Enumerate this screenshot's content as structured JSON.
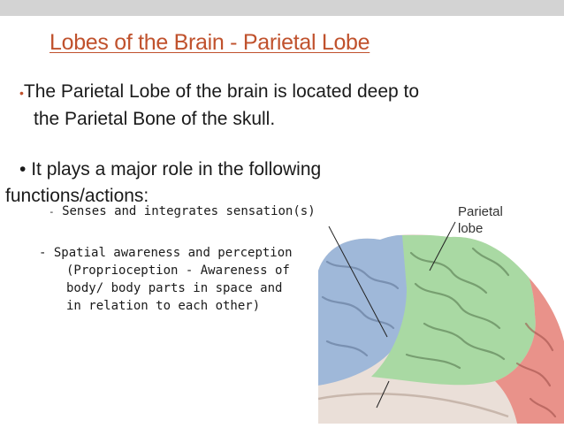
{
  "slide": {
    "title": "Lobes of the Brain - Parietal Lobe",
    "bullets": [
      {
        "marker": "•",
        "line1": "The Parietal Lobe of the brain is located deep to",
        "line2": "the Parietal Bone of the skull."
      },
      {
        "marker": "•",
        "line1": "It plays a major role in the following",
        "line2": "functions/actions:"
      }
    ],
    "sub_items": [
      {
        "dash": "-",
        "text": "Senses and integrates sensation(s)"
      },
      {
        "dash": "-",
        "line1": "Spatial awareness and perception",
        "line2": "(Proprioception - Awareness of",
        "line3": "body/ body parts in space and",
        "line4": "in relation to each other)"
      }
    ]
  },
  "figure": {
    "label_line1": "Parietal",
    "label_line2": "lobe",
    "colors": {
      "frontal": "#9fb8d9",
      "parietal": "#a9d9a3",
      "occipital": "#e9928a",
      "temporal": "#eadfd8"
    }
  },
  "theme": {
    "accent": "#c0522d",
    "top_bar": "#d3d3d3"
  }
}
